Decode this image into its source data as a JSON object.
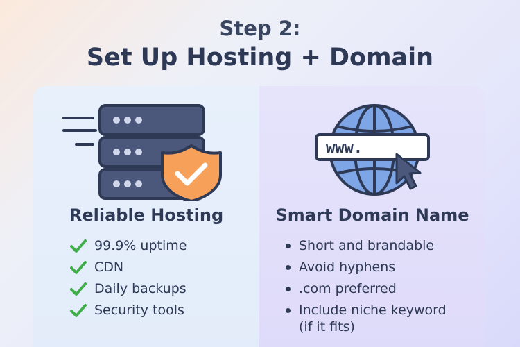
{
  "header": {
    "step": "Step 2:",
    "title": "Set Up Hosting + Domain"
  },
  "left": {
    "icon": "server-shield-icon",
    "heading": "Reliable Hosting",
    "items": [
      "99.9% uptime",
      "CDN",
      "Daily backups",
      "Security tools"
    ]
  },
  "right": {
    "icon": "globe-cursor-icon",
    "heading": "Smart Domain Name",
    "url_text": "www.",
    "items": [
      "Short and brandable",
      "Avoid hyphens",
      ".com preferred",
      "Include niche keyword (if it fits)"
    ]
  },
  "colors": {
    "navy": "#2d3955",
    "check_green": "#3fae49",
    "shield_orange": "#f6a05a",
    "globe_blue": "#7ea6e6",
    "server_slate": "#4b587c"
  }
}
